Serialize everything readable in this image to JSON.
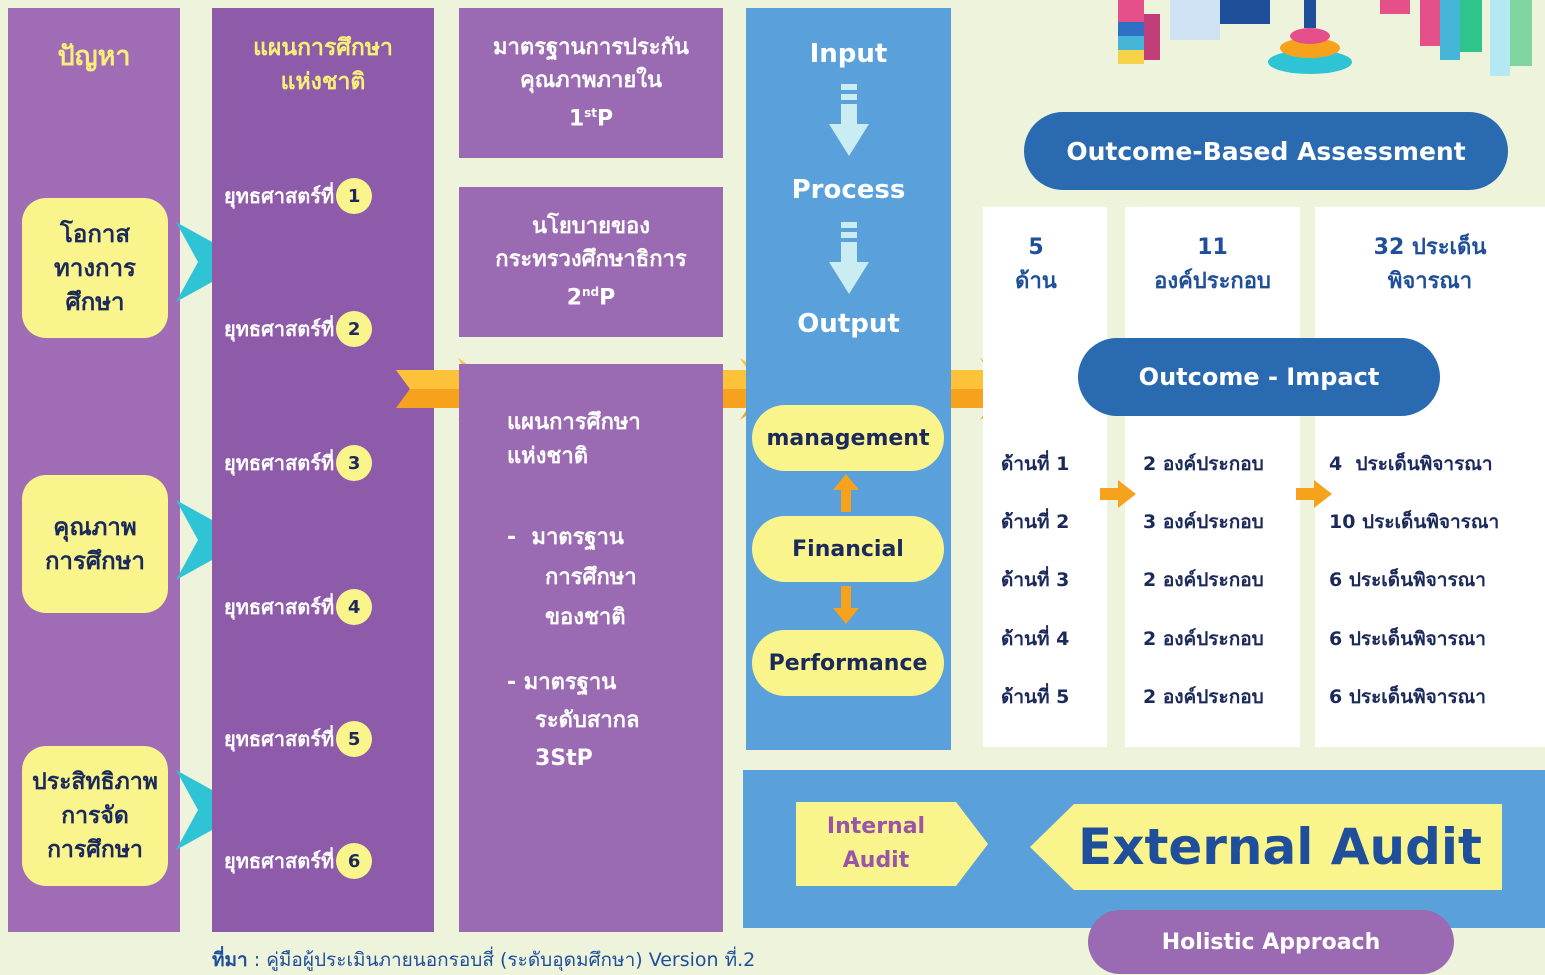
{
  "col1": {
    "title": "ปัญหา",
    "items": [
      {
        "lines": [
          "โอกาส",
          "ทางการ",
          "ศึกษา"
        ]
      },
      {
        "lines": [
          "คุณภาพ",
          "การศึกษา"
        ]
      },
      {
        "lines": [
          "ประสิทธิภาพ",
          "การจัด",
          "การศึกษา"
        ]
      }
    ]
  },
  "col2": {
    "title_line1": "แผนการศึกษา",
    "title_line2": "แห่งชาติ",
    "strategy_label": "ยุทธศาสตร์ที่",
    "numbers": [
      "1",
      "2",
      "3",
      "4",
      "5",
      "6"
    ]
  },
  "col3": {
    "box1": {
      "line1": "มาตรฐานการประกัน",
      "line2": "คุณภาพภายใน",
      "line3_main": "1",
      "line3_sup": "st",
      "line3_end": "P"
    },
    "box2": {
      "line1": "นโยบายของ",
      "line2": "กระทรวงศึกษาธิการ",
      "line3_main": "2",
      "line3_sup": "nd",
      "line3_end": "P"
    },
    "box3": {
      "line1": "แผนการศึกษา",
      "line2": "แห่งชาติ",
      "bullet1": [
        "-  มาตรฐาน",
        "การศึกษา",
        "ของชาติ"
      ],
      "bullet2": [
        "- มาตรฐาน",
        "ระดับสากล",
        "3StP"
      ]
    }
  },
  "col4": {
    "input": "Input",
    "process": "Process",
    "output": "Output",
    "management": "management",
    "financial": "Financial",
    "performance": "Performance"
  },
  "right": {
    "oba": "Outcome-Based Assessment",
    "head1": [
      "5",
      "ด้าน"
    ],
    "head2": [
      "11",
      "องค์ประกอบ"
    ],
    "head3": [
      "32 ประเด็น",
      "พิจารณา"
    ],
    "impact": "Outcome - Impact",
    "aspects": [
      "ด้านที่ 1",
      "ด้านที่ 2",
      "ด้านที่ 3",
      "ด้านที่ 4",
      "ด้านที่ 5"
    ],
    "components": [
      "2 องค์ประกอบ",
      "3 องค์ประกอบ",
      "2 องค์ประกอบ",
      "2 องค์ประกอบ",
      "2 องค์ประกอบ"
    ],
    "criteria": [
      "4  ประเด็นพิจารณา",
      "10 ประเด็นพิจารณา",
      "6 ประเด็นพิจารณา",
      "6 ประเด็นพิจารณา",
      "6 ประเด็นพิจารณา"
    ]
  },
  "audit": {
    "internal_line1": "Internal",
    "internal_line2": "Audit",
    "external": "External Audit",
    "holistic": "Holistic Approach"
  },
  "source": {
    "label": "ที่มา",
    "text": " : คู่มือผู้ประเมินภายนอกรอบสี่ (ระดับอุดมศึกษา) Version ที่.2"
  },
  "colors": {
    "purple": "#a06cb6",
    "blue": "#5aa0db",
    "dark_blue": "#2a6ab0",
    "yellow": "#faf48c",
    "orange": "#f6a21c",
    "teal": "#2ec4d6"
  }
}
